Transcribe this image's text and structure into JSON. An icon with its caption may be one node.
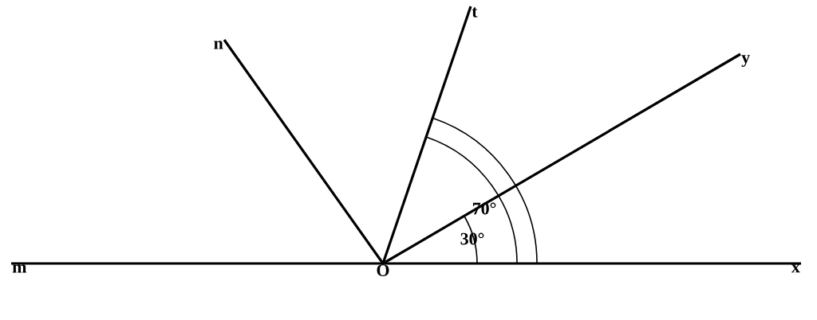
{
  "diagram": {
    "nodes": [
      {
        "text": [
          "t"
        ]
      },
      {
        "text": [
          "n"
        ]
      },
      {
        "text": [
          "y"
        ]
      },
      {
        "text": [
          "m"
        ]
      },
      {
        "text": [
          "O"
        ]
      },
      {
        "text": [
          "x"
        ]
      }
    ],
    "edges": [
      {
        "from": 4,
        "to": 1,
        "arrow": "none"
      },
      {
        "from": 4,
        "to": 0,
        "arrow": "none"
      },
      {
        "from": 4,
        "to": 2,
        "arrow": "none"
      },
      {
        "from": 3,
        "to": 5,
        "arrow": "none"
      }
    ],
    "labels": [
      "70°",
      "30°"
    ]
  }
}
